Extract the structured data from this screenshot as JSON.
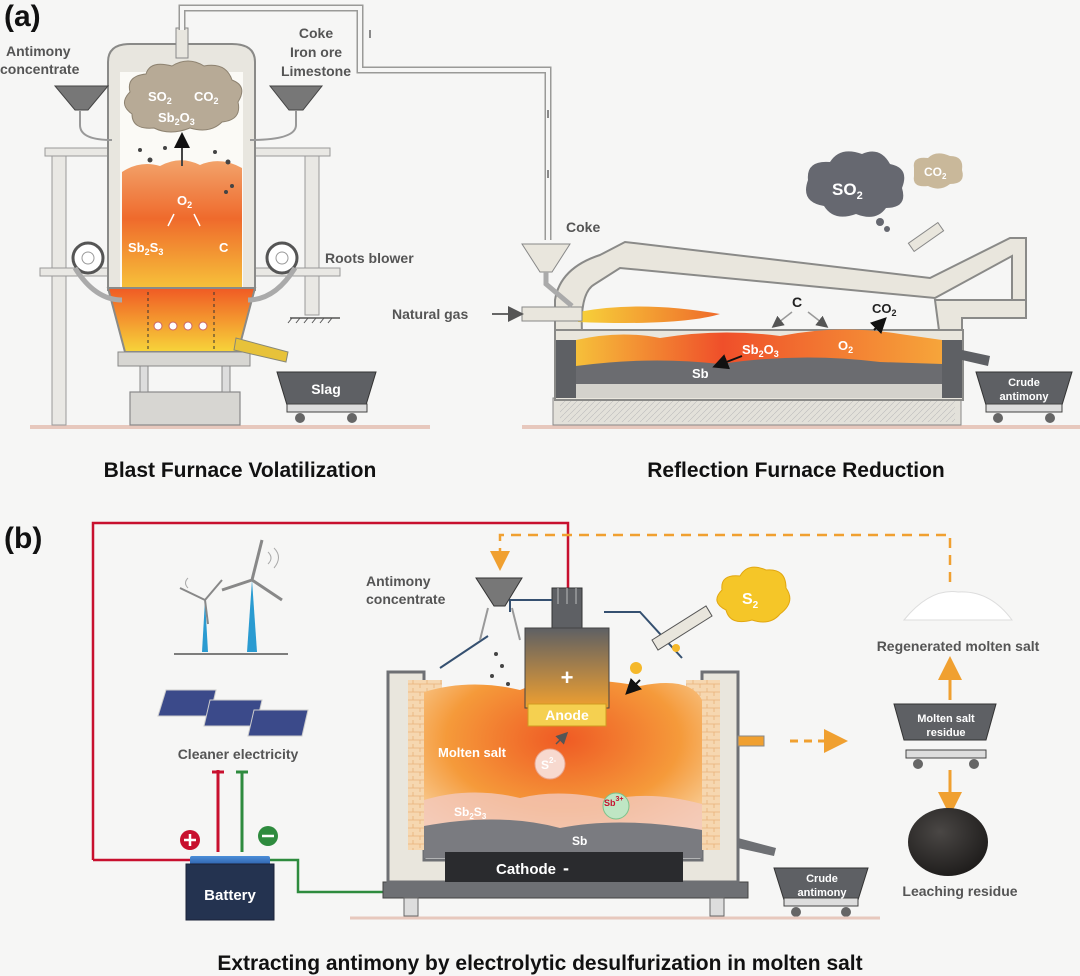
{
  "panel_a": {
    "panel_label": "(a)",
    "blast": {
      "title": "Blast Furnace Volatilization",
      "antimony_conc": [
        "Antimony",
        "concentrate"
      ],
      "feed": [
        "Coke",
        "Iron ore",
        "Limestone"
      ],
      "gas_so2": "SO",
      "gas_co2": "CO",
      "gas_sb2o3_a": "Sb",
      "gas_sb2o3_b": "O",
      "o2": "O",
      "sb2s3_a": "Sb",
      "sb2s3_b": "S",
      "c": "C",
      "roots_blower": "Roots blower",
      "slag": "Slag"
    },
    "reflection": {
      "title": "Reflection Furnace Reduction",
      "coke": "Coke",
      "natural_gas": "Natural gas",
      "cloud_so2": "SO",
      "cloud_co2": "CO",
      "c": "C",
      "co2": "CO",
      "sb2o3_a": "Sb",
      "sb2o3_b": "O",
      "o2": "O",
      "sb": "Sb",
      "cart": [
        "Crude",
        "antimony"
      ]
    }
  },
  "panel_b": {
    "panel_label": "(b)",
    "title": "Extracting antimony by electrolytic desulfurization in molten salt",
    "antimony_conc": [
      "Antimony",
      "concentrate"
    ],
    "cleaner": "Cleaner electricity",
    "battery": "Battery",
    "anode": "Anode",
    "cathode": "Cathode",
    "plus": "+",
    "minus": "-",
    "molten_salt": "Molten salt",
    "s_ion": "S",
    "sb_ion": "Sb",
    "sb2s3_a": "Sb",
    "sb2s3_b": "S",
    "sb": "Sb",
    "s2": "S",
    "regenerated": "Regenerated molten salt",
    "residue_cart": [
      "Molten salt",
      "residue"
    ],
    "leaching": "Leaching residue",
    "crude_cart": [
      "Crude",
      "antimony"
    ]
  },
  "colors": {
    "positive": "#c8102e",
    "negative": "#2e8b3e",
    "flow": "#f0a030",
    "furnace_shell": "#e9e6dd",
    "gray_structure": "#6e7074"
  }
}
